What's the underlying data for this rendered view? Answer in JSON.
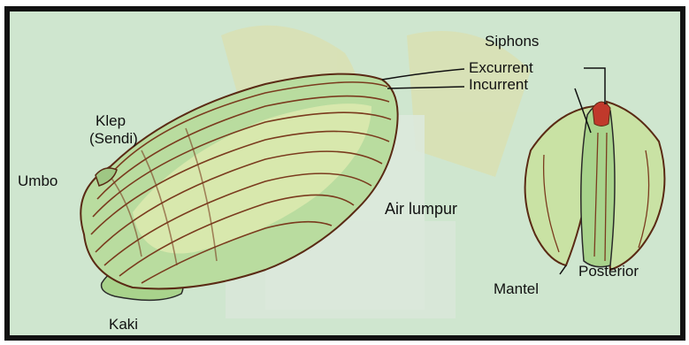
{
  "labels": {
    "siphons": "Siphons",
    "excurrent": "Excurrent",
    "incurrent": "Incurrent",
    "klep": "Klep",
    "sendi": "(Sendi)",
    "umbo": "Umbo",
    "air_lumpur": "Air lumpur",
    "kaki": "Kaki",
    "mantel": "Mantel",
    "posterior": "Posterior"
  },
  "colors": {
    "background": "#cfe6cf",
    "border": "#111111",
    "shell_fill": "#b9dc9f",
    "shell_light": "#e6edb4",
    "growth_lines": "#7a3b1e",
    "siphon_red": "#c0392b",
    "watermark": "#d9cf7a"
  }
}
